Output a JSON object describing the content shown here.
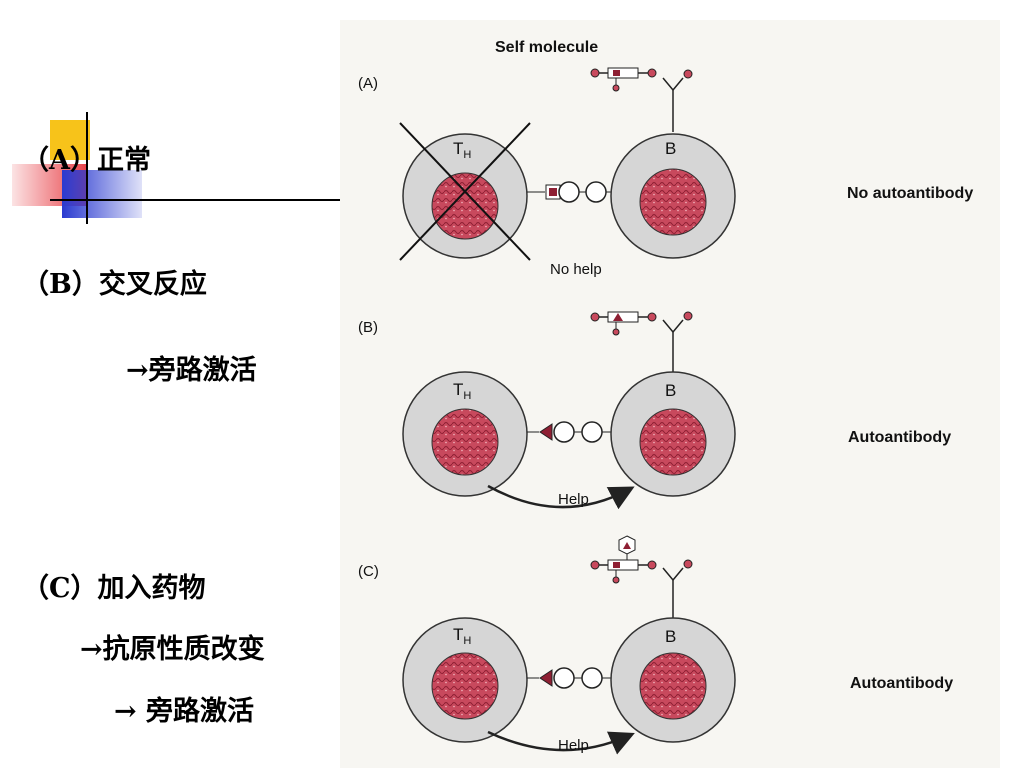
{
  "left_labels": {
    "a": "（A）正常",
    "b": "（B）交叉反应",
    "b_sub": "→旁路激活",
    "c": "（C）加入药物",
    "c_sub1": "→抗原性质改变",
    "c_sub2": "→ 旁路激活"
  },
  "figure": {
    "title": "Self molecule",
    "panel_a": {
      "label": "(A)",
      "th_label": "T",
      "th_sub": "H",
      "b_label": "B",
      "note": "No help",
      "result": "No autoantibody"
    },
    "panel_b": {
      "label": "(B)",
      "th_label": "T",
      "th_sub": "H",
      "b_label": "B",
      "note": "Help",
      "result": "Autoantibody"
    },
    "panel_c": {
      "label": "(C)",
      "th_label": "T",
      "th_sub": "H",
      "b_label": "B",
      "note": "Help",
      "result": "Autoantibody"
    }
  },
  "colors": {
    "nucleus": "#c8495d",
    "cell_outer": "#d6d6d6",
    "line": "#222222",
    "deco_yellow": "#f7c31a",
    "deco_red": "#e8434a",
    "deco_blue": "#2a3ad0"
  }
}
